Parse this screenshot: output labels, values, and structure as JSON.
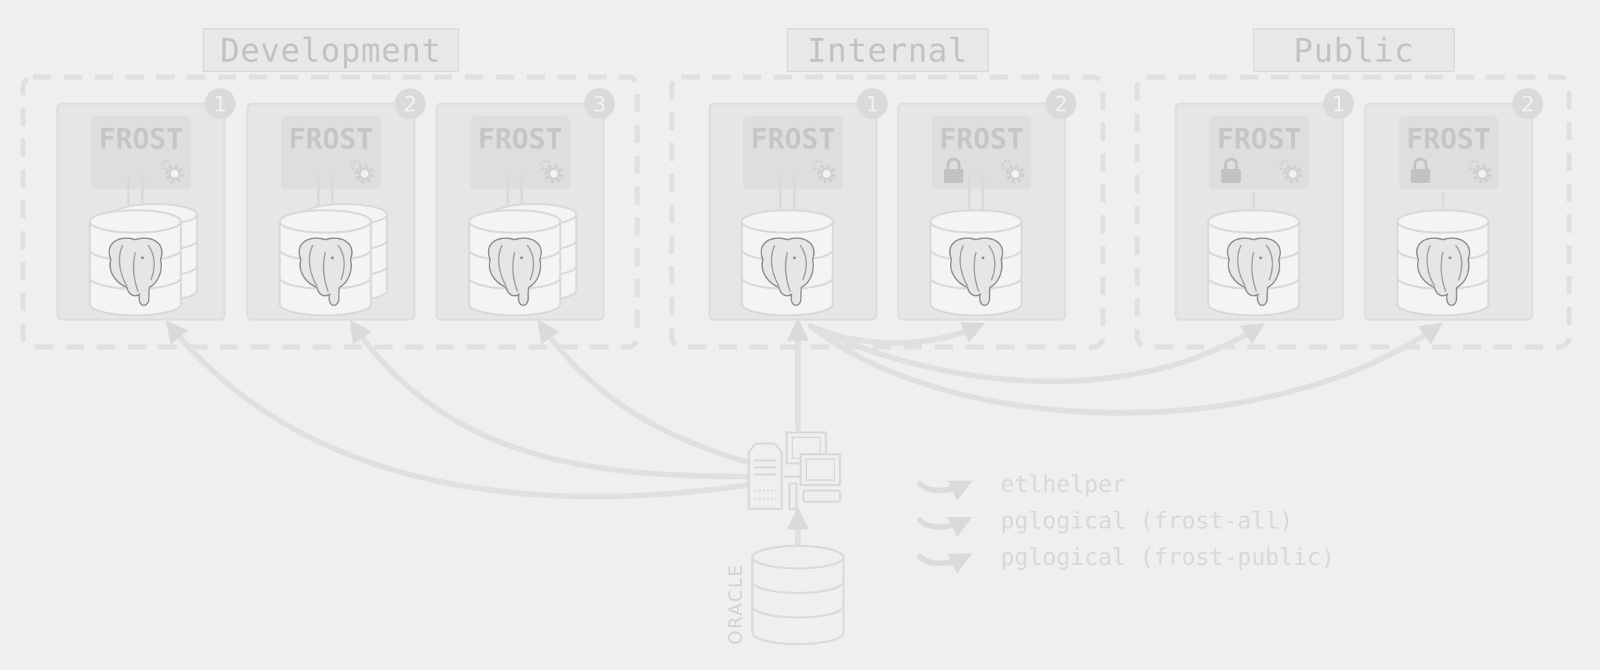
{
  "environments": [
    {
      "title": "Development",
      "badges": [
        "1",
        "2",
        "3"
      ]
    },
    {
      "title": "Internal",
      "badges": [
        "1",
        "2"
      ]
    },
    {
      "title": "Public",
      "badges": [
        "1",
        "2"
      ]
    }
  ],
  "server_label": "FROST",
  "oracle_label": "ORACLE",
  "legend": [
    {
      "label": "etlhelper"
    },
    {
      "label": "pglogical (frost-all)"
    },
    {
      "label": "pglogical (frost-public)"
    }
  ],
  "colors": {
    "background": "#efefef",
    "panel": "#e6e6e6",
    "frost_box": "#dedede",
    "arrow": "#dcdcdc",
    "dash": "#e0e0e0",
    "badge": "#dadada",
    "text": "#c4c4c4"
  },
  "icons": [
    "postgres-elephant-icon",
    "gear-icon",
    "lock-icon",
    "oracle-database-icon",
    "server-workstation-icon"
  ]
}
